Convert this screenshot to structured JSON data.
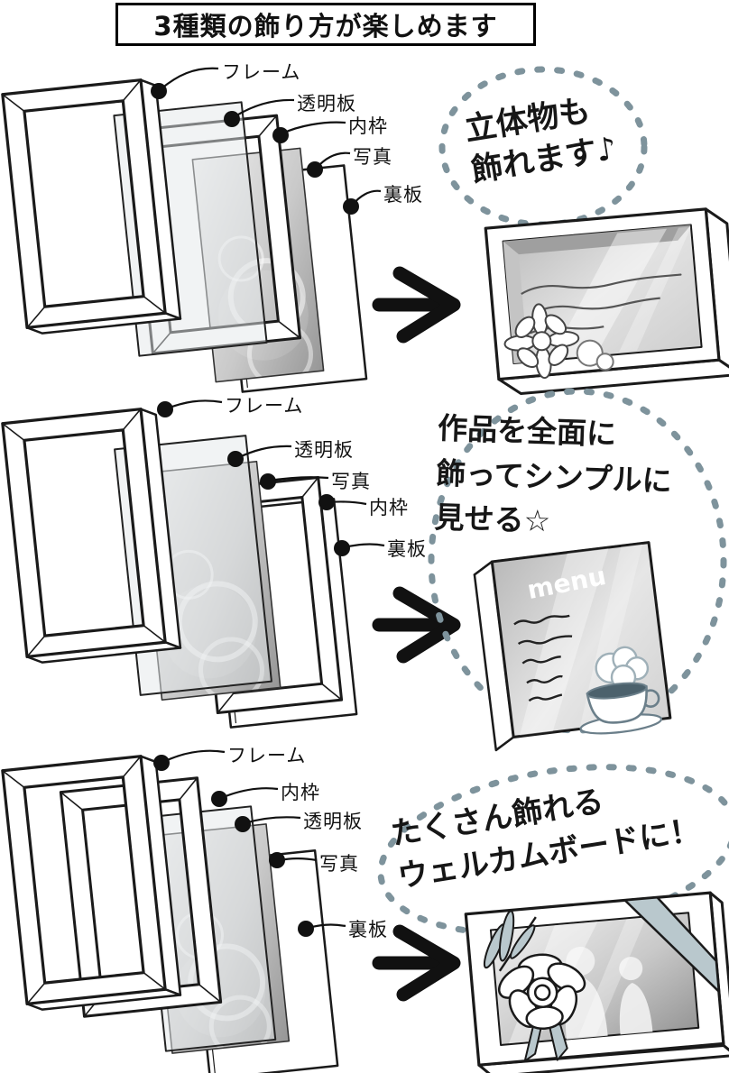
{
  "title": "3種類の飾り方が楽しめます",
  "sections": [
    {
      "name": "display-3d-objects",
      "labels": [
        "フレーム",
        "透明板",
        "内枠",
        "写真",
        "裏板"
      ],
      "bubble_lines": [
        "立体物も",
        "飾れます♪"
      ]
    },
    {
      "name": "full-surface-simple",
      "labels": [
        "フレーム",
        "透明板",
        "写真",
        "内枠",
        "裏板"
      ],
      "bubble_lines": [
        "作品を全面に",
        "飾ってシンプルに",
        "見せる☆"
      ]
    },
    {
      "name": "welcome-board",
      "labels": [
        "フレーム",
        "内枠",
        "透明板",
        "写真",
        "裏板"
      ],
      "bubble_lines": [
        "たくさん飾れる",
        "ウェルカムボードに！"
      ]
    }
  ],
  "result_art": {
    "menu_title": "menu"
  },
  "colors": {
    "ink": "#1a1a1a",
    "dot_blue_gray": "#7e939c",
    "ribbon_blue_gray": "#b9c8cd",
    "coffee": "#4c616c"
  }
}
